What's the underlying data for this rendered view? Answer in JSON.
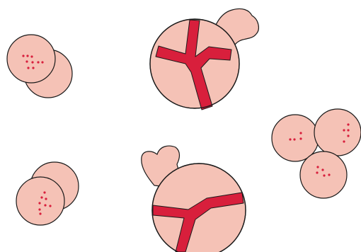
{
  "palette": {
    "fill": "#f5c2b6",
    "stroke": "#1a1a1a",
    "accent": "#d81f3c",
    "background": "#ffffff"
  },
  "shapes": [
    "double-circle-with-dots",
    "large-circle-with-lobe-and-y-band",
    "triple-circle-cluster-with-dots",
    "double-circle-with-dots",
    "large-circle-with-lobe-and-y-band"
  ]
}
